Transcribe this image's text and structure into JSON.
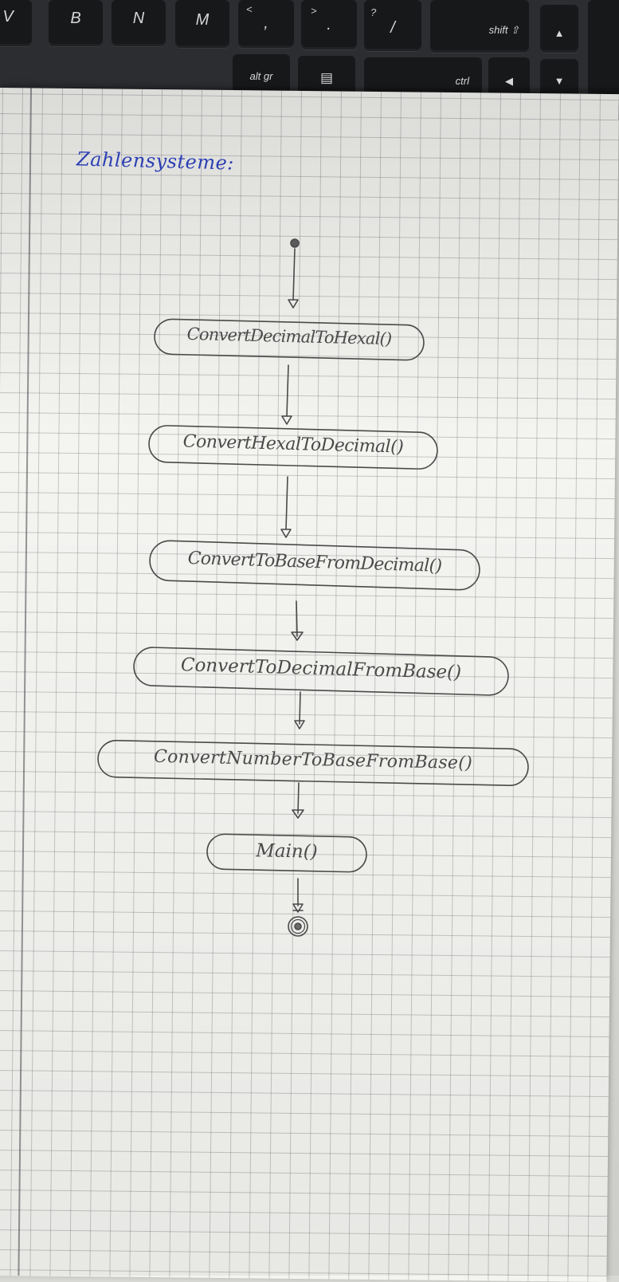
{
  "keyboard": {
    "keys": [
      {
        "main": "V",
        "sub": ""
      },
      {
        "main": "B",
        "sub": ""
      },
      {
        "main": "N",
        "sub": ""
      },
      {
        "main": "M",
        "sub": ""
      },
      {
        "main": ",",
        "sub": "<"
      },
      {
        "main": ".",
        "sub": ">"
      },
      {
        "main": "/",
        "sub": "?"
      },
      {
        "main": "shift ⇧",
        "sub": ""
      },
      {
        "main": "alt gr",
        "sub": ""
      },
      {
        "main": "▤",
        "sub": ""
      },
      {
        "main": "ctrl",
        "sub": ""
      },
      {
        "main": "◀",
        "sub": "⏮"
      },
      {
        "main": "▲",
        "sub": ""
      },
      {
        "main": "▼",
        "sub": "⏯"
      }
    ]
  },
  "diagram": {
    "title": "Zahlensysteme:",
    "nodes": [
      "ConvertDecimalToHexal()",
      "ConvertHexalToDecimal()",
      "ConvertToBaseFromDecimal()",
      "ConvertToDecimalFromBase()",
      "ConvertNumberToBaseFromBase()",
      "Main()"
    ],
    "ink_color": "#4a4a4a",
    "title_color": "#2b3fb3"
  }
}
